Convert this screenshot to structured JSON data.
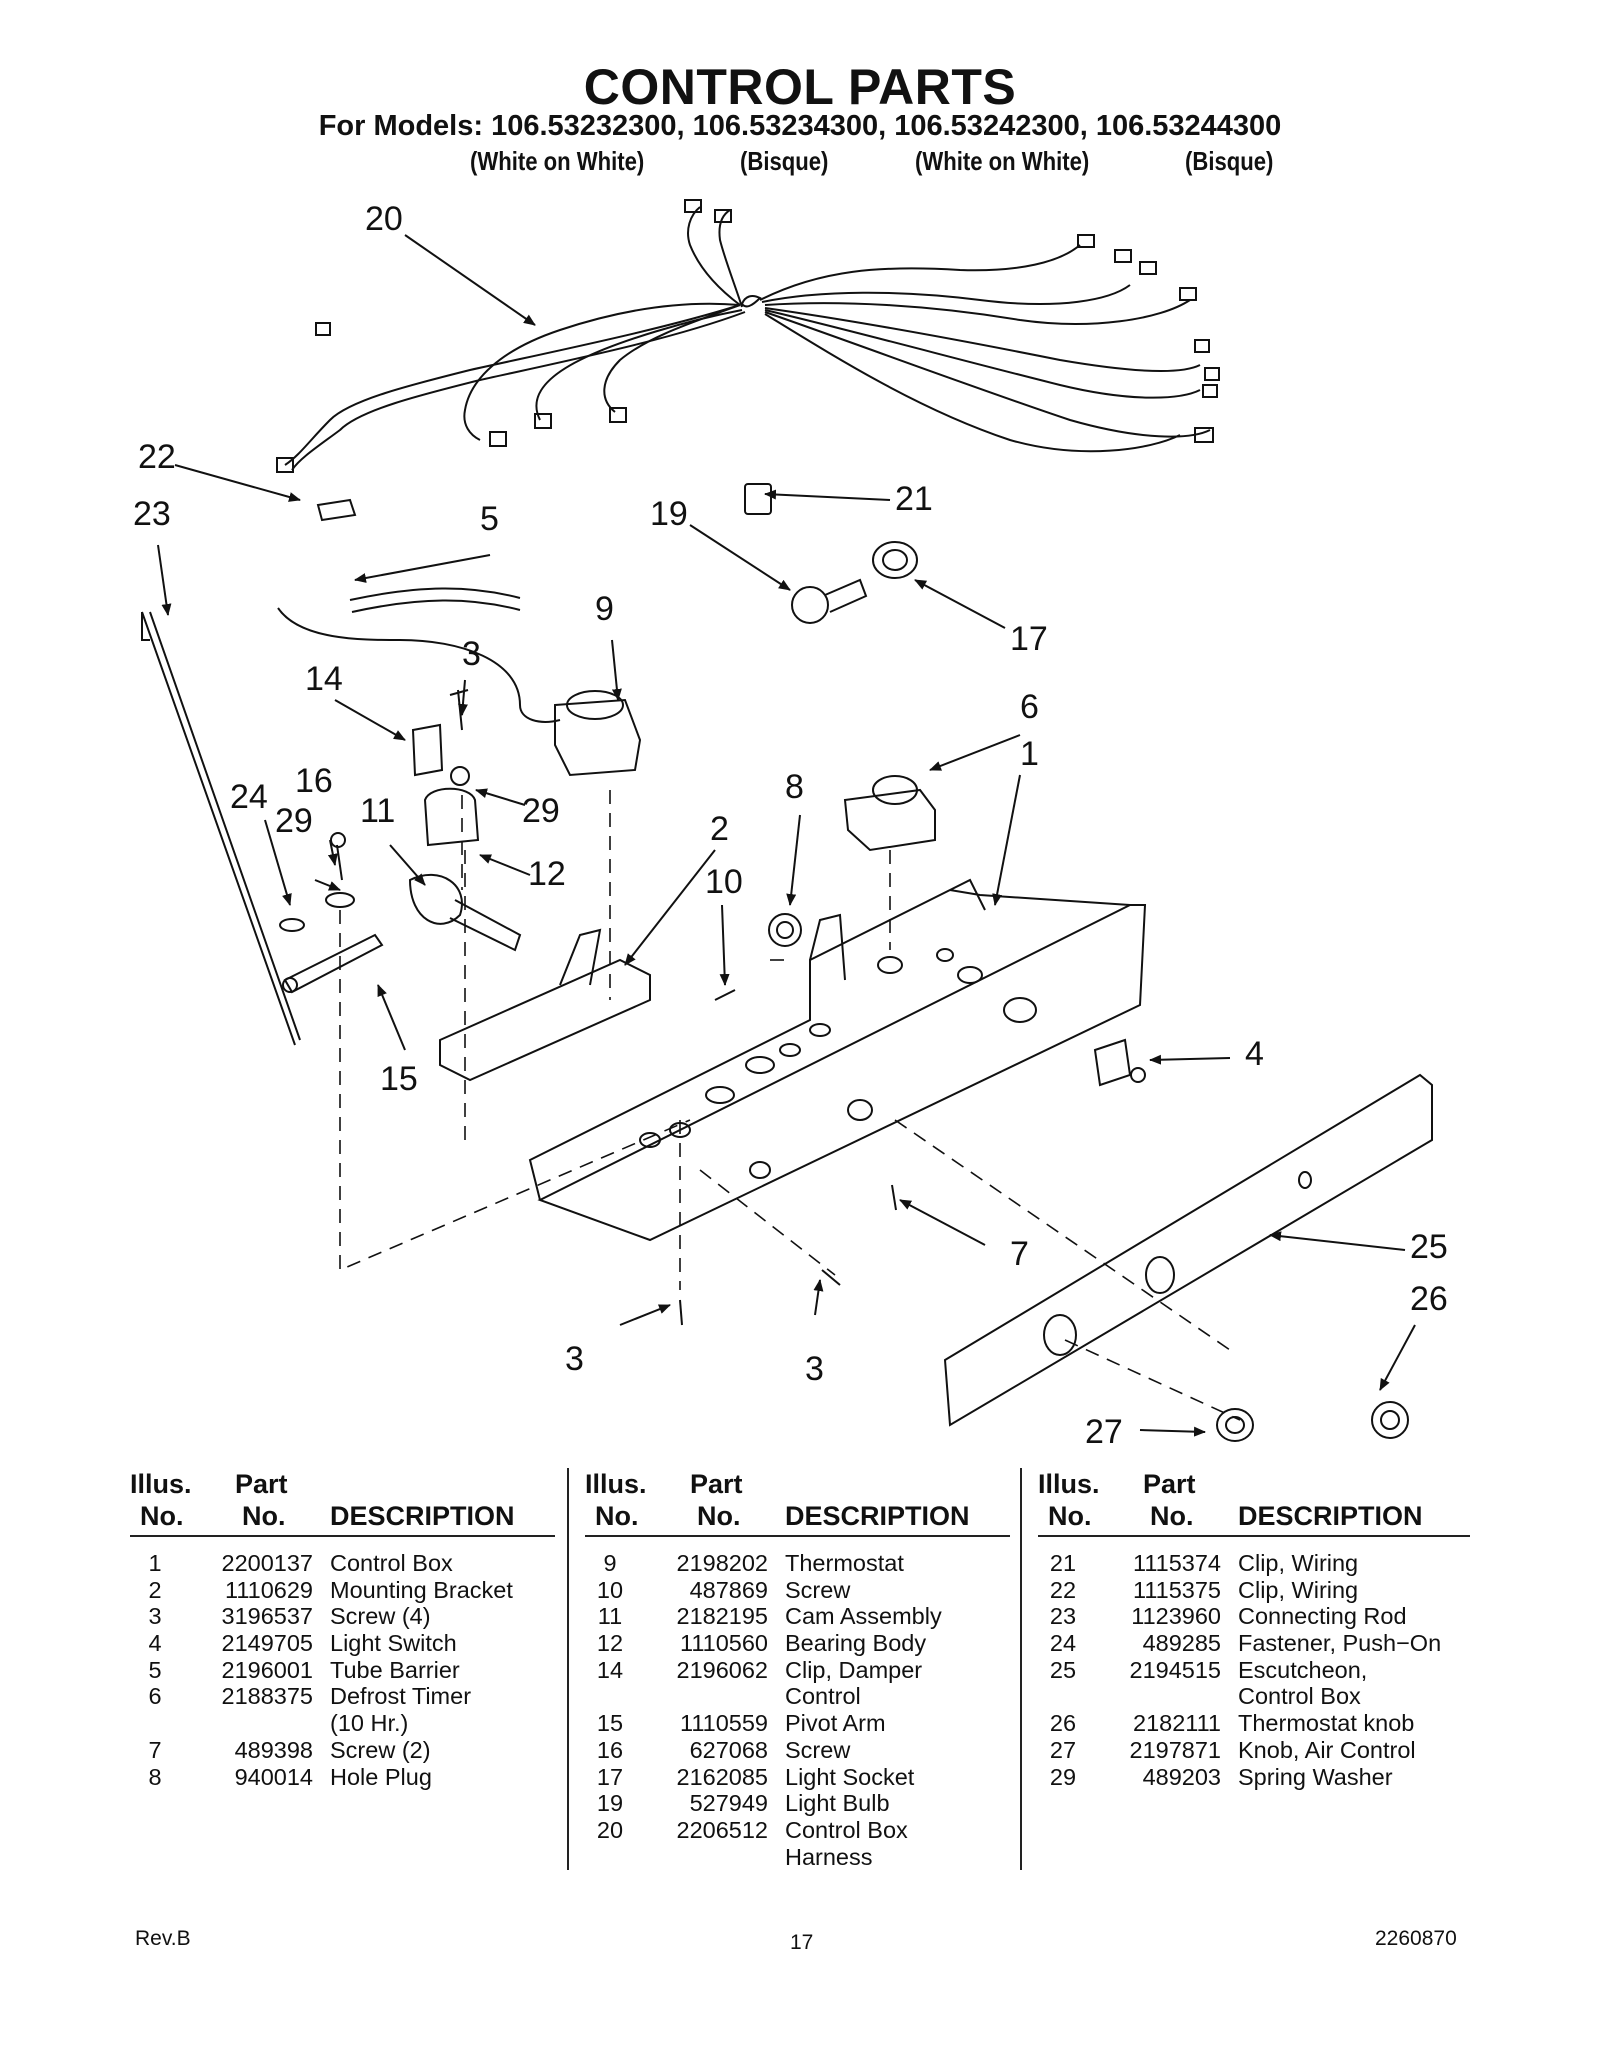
{
  "header": {
    "title": "CONTROL PARTS",
    "models_line": "For Models: 106.53232300, 106.53234300, 106.53242300, 106.53244300",
    "variants": [
      "(White on White)",
      "(Bisque)",
      "(White on White)",
      "(Bisque)"
    ]
  },
  "diagram": {
    "callouts": [
      "20",
      "22",
      "23",
      "5",
      "19",
      "21",
      "17",
      "9",
      "3",
      "14",
      "6",
      "1",
      "16",
      "24",
      "29",
      "11",
      "29",
      "12",
      "8",
      "2",
      "10",
      "4",
      "15",
      "7",
      "25",
      "26",
      "3",
      "3",
      "27"
    ]
  },
  "table": {
    "header": {
      "illus": "Illus.",
      "no": "No.",
      "part": "Part",
      "part_no": "No.",
      "description": "DESCRIPTION"
    },
    "columns": [
      [
        {
          "illus": "1",
          "part": "2200137",
          "desc": "Control Box"
        },
        {
          "illus": "2",
          "part": "1110629",
          "desc": "Mounting Bracket"
        },
        {
          "illus": "3",
          "part": "3196537",
          "desc": "Screw (4)"
        },
        {
          "illus": "4",
          "part": "2149705",
          "desc": "Light Switch"
        },
        {
          "illus": "5",
          "part": "2196001",
          "desc": "Tube Barrier"
        },
        {
          "illus": "6",
          "part": "2188375",
          "desc": "Defrost Timer"
        },
        {
          "illus": "",
          "part": "",
          "desc": "(10 Hr.)"
        },
        {
          "illus": "7",
          "part": "489398",
          "desc": "Screw (2)"
        },
        {
          "illus": "8",
          "part": "940014",
          "desc": "Hole Plug"
        }
      ],
      [
        {
          "illus": "9",
          "part": "2198202",
          "desc": "Thermostat"
        },
        {
          "illus": "10",
          "part": "487869",
          "desc": "Screw"
        },
        {
          "illus": "11",
          "part": "2182195",
          "desc": "Cam Assembly"
        },
        {
          "illus": "12",
          "part": "1110560",
          "desc": "Bearing Body"
        },
        {
          "illus": "14",
          "part": "2196062",
          "desc": "Clip, Damper"
        },
        {
          "illus": "",
          "part": "",
          "desc": "Control"
        },
        {
          "illus": "15",
          "part": "1110559",
          "desc": "Pivot Arm"
        },
        {
          "illus": "16",
          "part": "627068",
          "desc": "Screw"
        },
        {
          "illus": "17",
          "part": "2162085",
          "desc": "Light Socket"
        },
        {
          "illus": "19",
          "part": "527949",
          "desc": "Light Bulb"
        },
        {
          "illus": "20",
          "part": "2206512",
          "desc": "Control Box"
        },
        {
          "illus": "",
          "part": "",
          "desc": "Harness"
        }
      ],
      [
        {
          "illus": "21",
          "part": "1115374",
          "desc": "Clip, Wiring"
        },
        {
          "illus": "22",
          "part": "1115375",
          "desc": "Clip, Wiring"
        },
        {
          "illus": "23",
          "part": "1123960",
          "desc": "Connecting Rod"
        },
        {
          "illus": "24",
          "part": "489285",
          "desc": "Fastener, Push−On"
        },
        {
          "illus": "25",
          "part": "2194515",
          "desc": "Escutcheon,"
        },
        {
          "illus": "",
          "part": "",
          "desc": "Control Box"
        },
        {
          "illus": "26",
          "part": "2182111",
          "desc": "Thermostat knob"
        },
        {
          "illus": "27",
          "part": "2197871",
          "desc": "Knob, Air Control"
        },
        {
          "illus": "29",
          "part": "489203",
          "desc": "Spring Washer"
        }
      ]
    ]
  },
  "footer": {
    "rev": "Rev.B",
    "page": "17",
    "doc_no": "2260870"
  }
}
